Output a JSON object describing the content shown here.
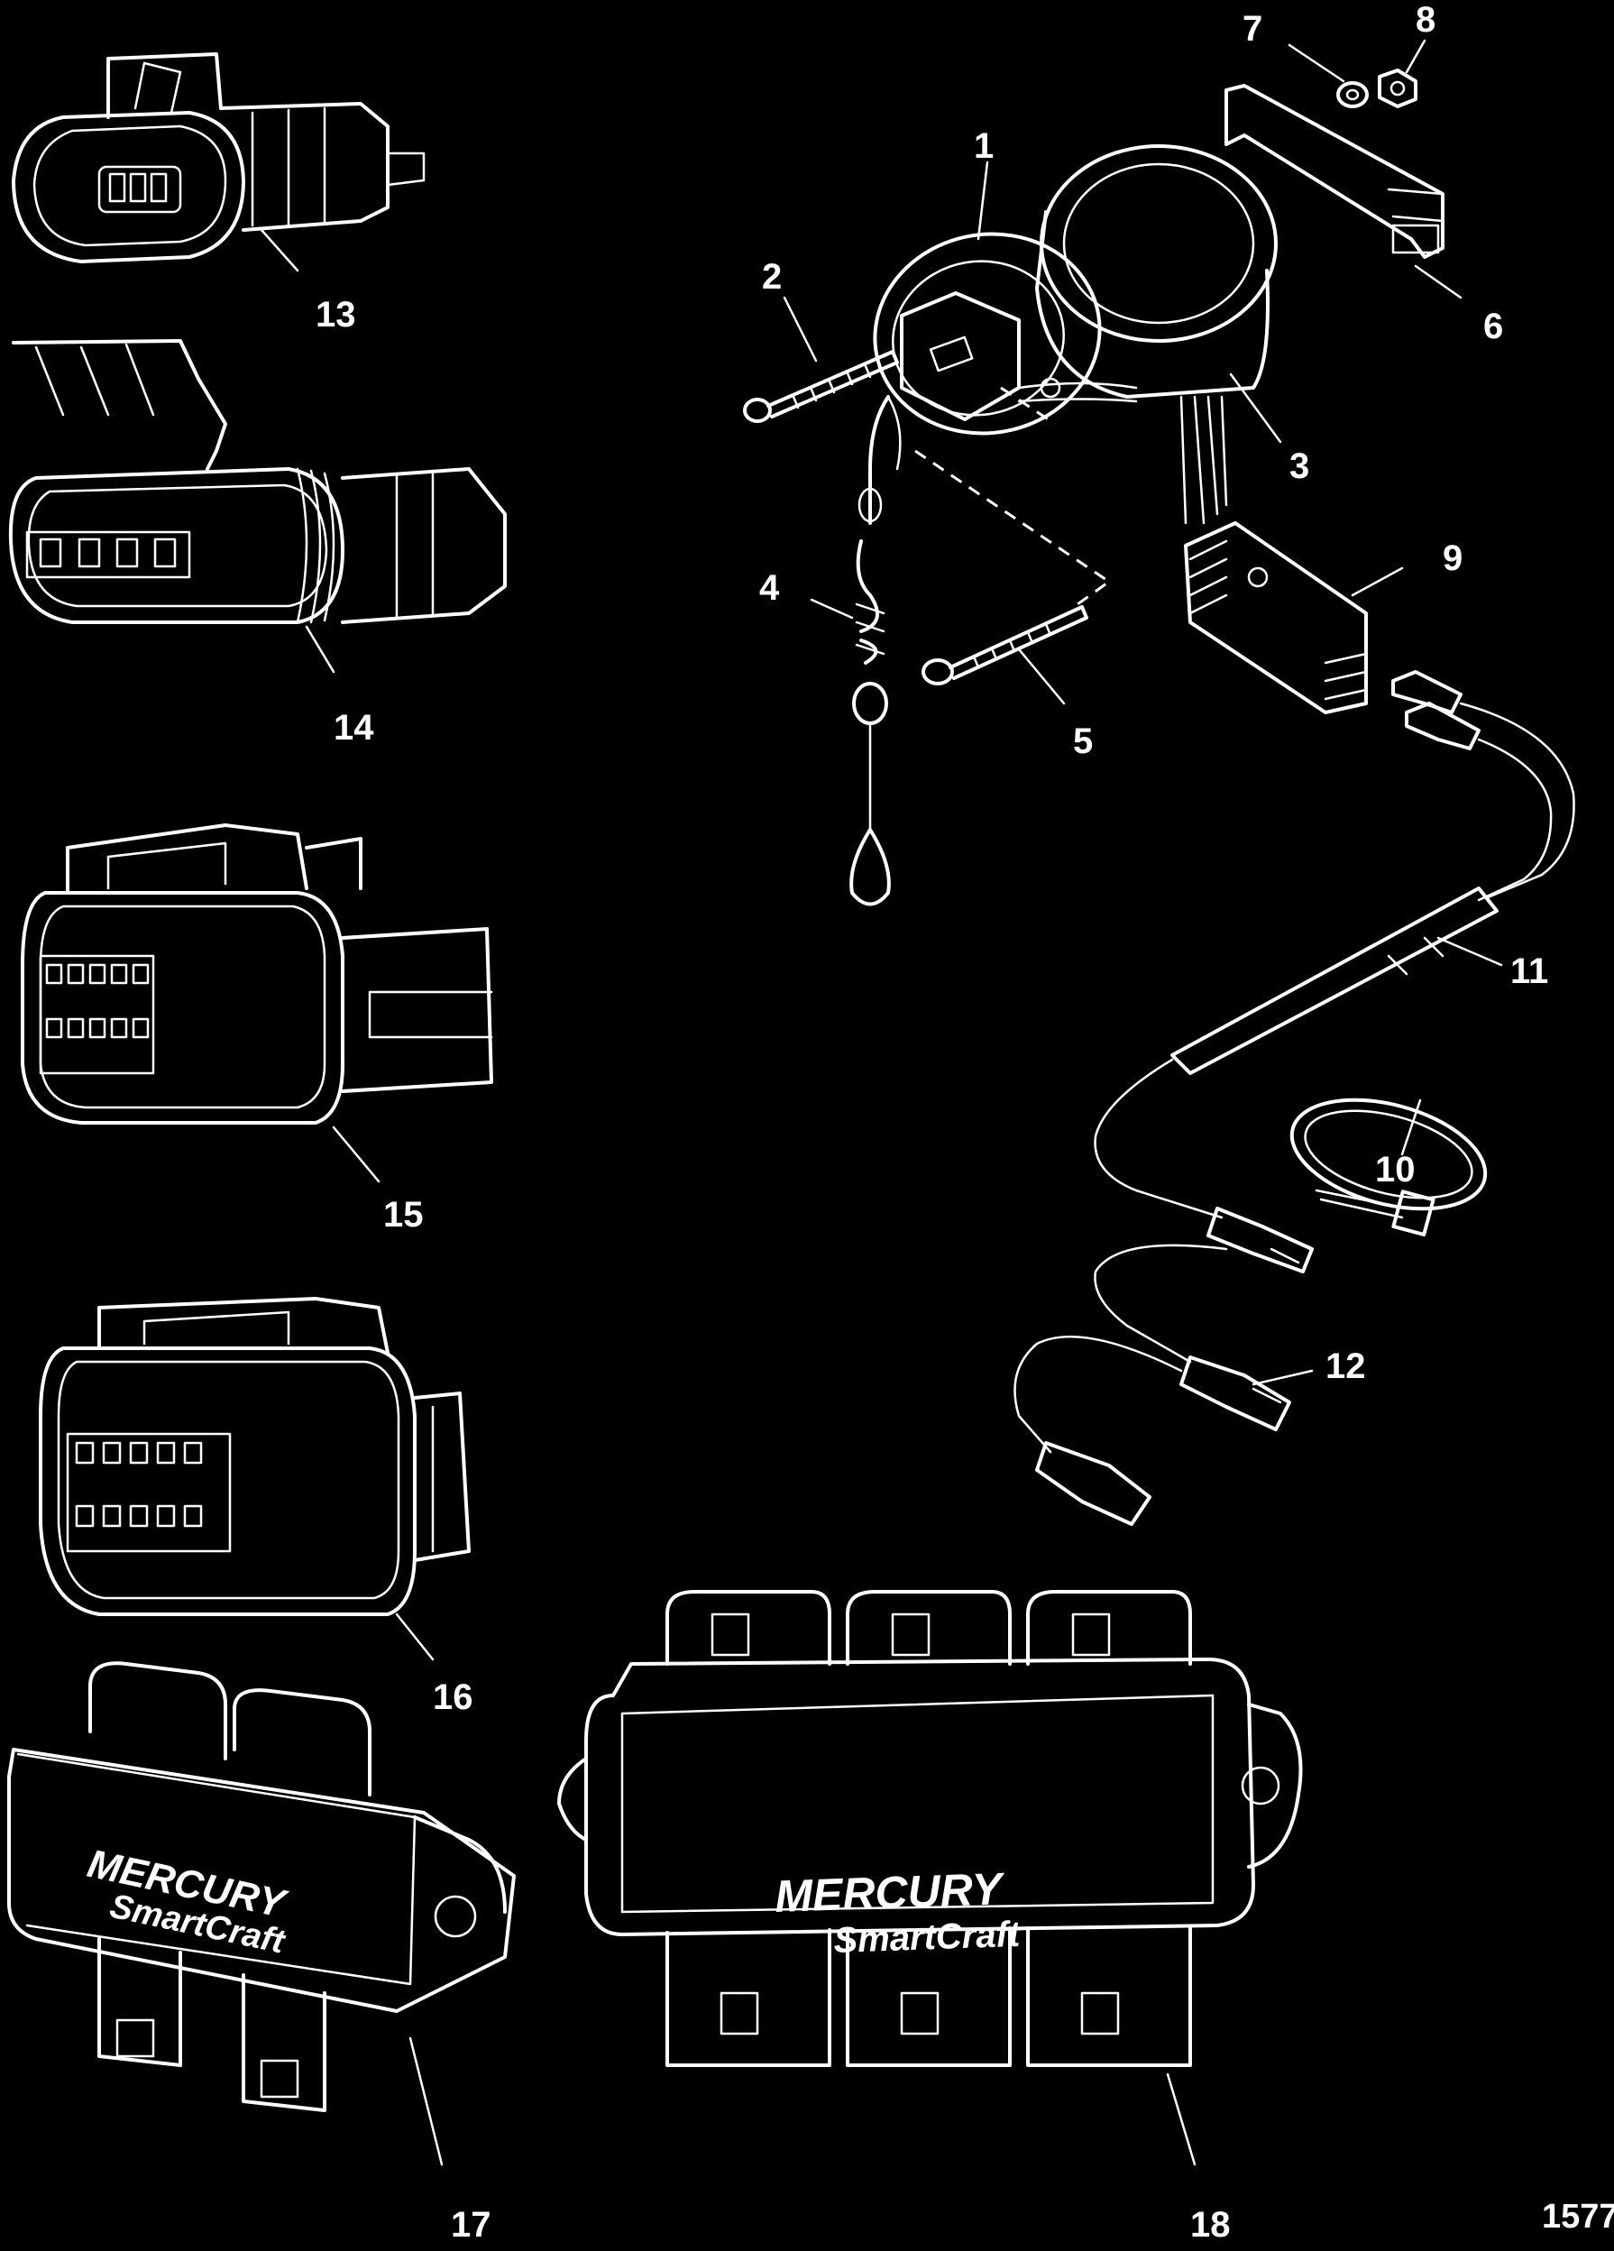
{
  "callouts": {
    "c1": "1",
    "c2": "2",
    "c3": "3",
    "c4": "4",
    "c5": "5",
    "c6": "6",
    "c7": "7",
    "c8": "8",
    "c9": "9",
    "c10": "10",
    "c11": "11",
    "c12": "12",
    "c13": "13",
    "c14": "14",
    "c15": "15",
    "c16": "16",
    "c17": "17",
    "c18": "18"
  },
  "figure_number": "1577",
  "logos": {
    "brand_17": "MERCURY",
    "product_17": "SmartCraft",
    "brand_18": "MERCURY",
    "product_18": "SmartCraft"
  },
  "colors": {
    "background": "#000000",
    "line": "#ffffff"
  }
}
